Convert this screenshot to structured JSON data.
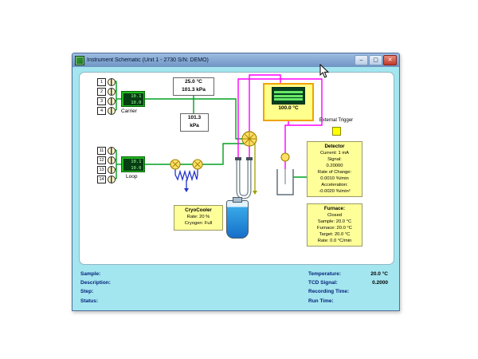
{
  "window": {
    "title": "Instrument Schematic (Unit 1 - 2730 S/N: DEMO)",
    "minimize_label": "–",
    "maximize_label": "▢",
    "close_label": "✕"
  },
  "carrier": {
    "valves": [
      "1",
      "2",
      "3",
      "4"
    ],
    "mfc_line1": "10.1",
    "mfc_line2": "10.0",
    "label": "Carrier"
  },
  "loop": {
    "valves": [
      "11",
      "12",
      "13",
      "14"
    ],
    "mfc_line1": "10.1",
    "mfc_line2": "10.0",
    "label": "Loop"
  },
  "ambient": {
    "temperature": "25.0 °C",
    "pressure": "101.3 kPa"
  },
  "pressure_gauge": {
    "value": "101.3",
    "units": "kPa"
  },
  "furnace_display": {
    "temperature": "100.0 °C"
  },
  "external_trigger": {
    "label": "External Trigger"
  },
  "detector": {
    "title": "Detector",
    "lines": [
      "Current: 1 mA",
      "Signal:",
      "0.20000",
      "Rate of Change:",
      "0.0010 %/min",
      "Acceleration:",
      "-0.0020 %/min²"
    ]
  },
  "furnace_status": {
    "title": "Furnace:",
    "lines": [
      "Closed",
      "Sample: 20.0 °C",
      "Furnace: 20.0 °C",
      "Target: 20.0 °C",
      "Rate: 0.0 °C/min"
    ]
  },
  "cryocooler": {
    "title": "CryoCooler",
    "lines": [
      "Rate: 20 %",
      "Cryogen: Full"
    ]
  },
  "status_bar": {
    "left": [
      {
        "label": "Sample:",
        "value": ""
      },
      {
        "label": "Description:",
        "value": ""
      },
      {
        "label": "Step:",
        "value": ""
      },
      {
        "label": "Status:",
        "value": ""
      }
    ],
    "right": [
      {
        "label": "Temperature:",
        "value": "20.0 °C"
      },
      {
        "label": "TCD Signal:",
        "value": "0.2000"
      },
      {
        "label": "Recording Time:",
        "value": ""
      },
      {
        "label": "Run Time:",
        "value": ""
      }
    ]
  },
  "colors": {
    "window_background": "#a4e6ef",
    "panel_background": "#ffffff",
    "info_panel": "#ffff99",
    "line_green": "#00a020",
    "line_magenta": "#ff00ff",
    "line_blue": "#2233cc",
    "line_vent": "#a0a000"
  }
}
